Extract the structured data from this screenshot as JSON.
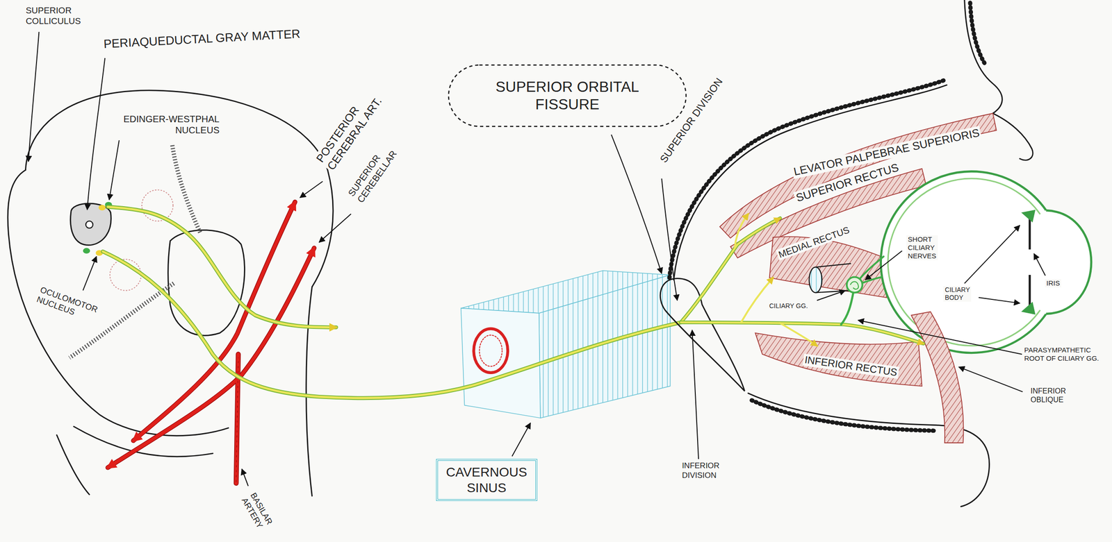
{
  "diagram": {
    "nodes": [
      {
        "text": [
          "SUPERIOR ORBITAL FISSURE"
        ]
      },
      {
        "text": [
          "CAVERNOUS SINUS"
        ]
      }
    ],
    "labels": [
      "SUPERIOR COLLICULUS",
      "PERIAQUEDUCTAL GRAY MATTER",
      "EDINGER-WESTPHAL NUCLEUS",
      "POSTERIOR CEREBRAL ART.",
      "SUPERIOR CEREBELLAR",
      "SUPERIOR DIVISION",
      "LEVATOR PALPEBRAE SUPERIORIS",
      "SUPERIOR RECTUS",
      "MEDIAL RECTUS",
      "SHORT CILIARY NERVES",
      "CILIARY GG.",
      "CILIARY BODY",
      "IRIS",
      "OCULOMOTOR NUCLEUS",
      "PARASYMPATHETIC ROOT OF CILIARY GG.",
      "INFERIOR RECTUS",
      "INFERIOR OBLIQUE",
      "BASILAR ARTERY",
      "INFERIOR DIVISION"
    ]
  }
}
